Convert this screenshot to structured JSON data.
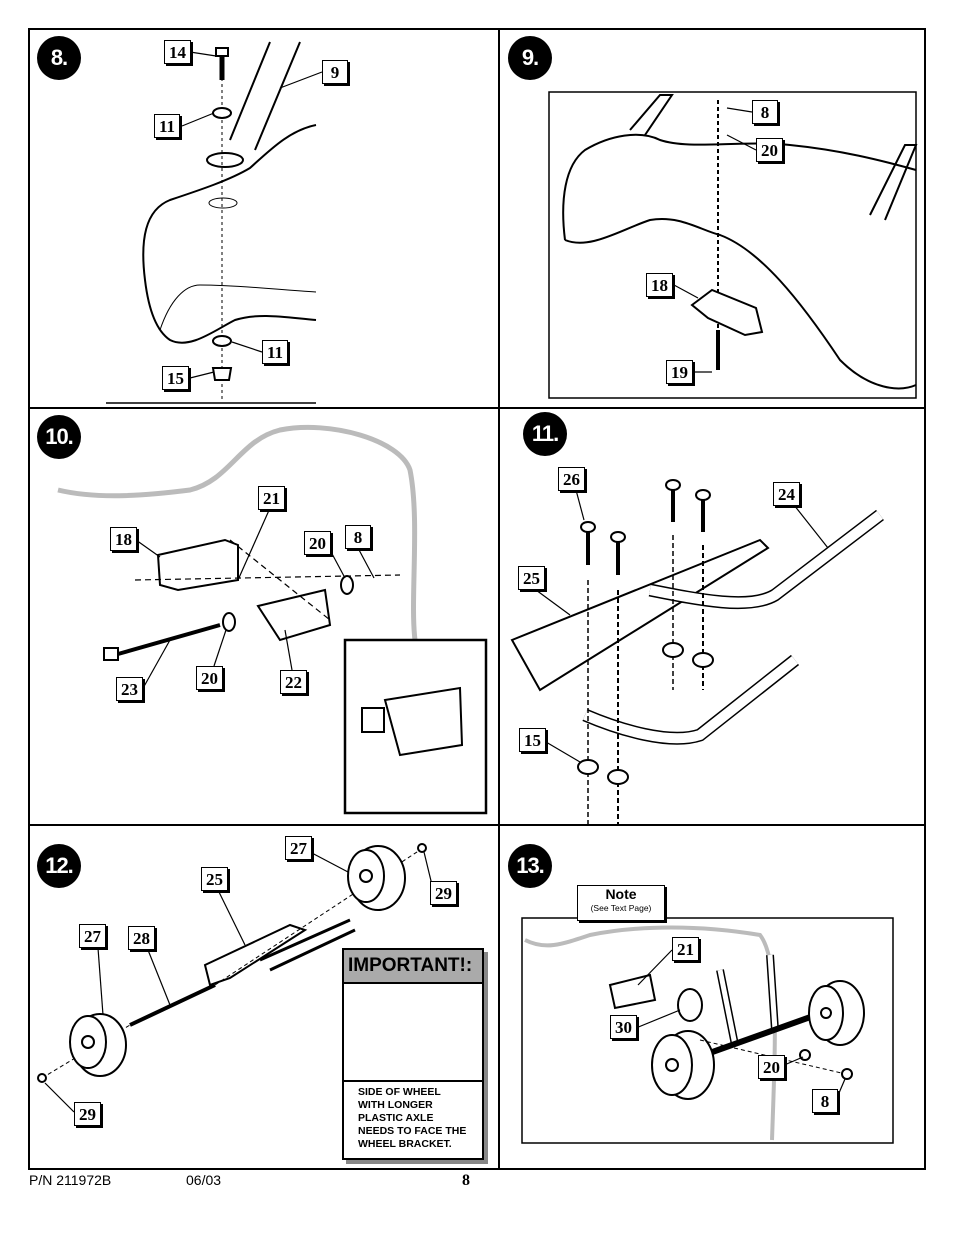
{
  "steps": [
    {
      "number": "8."
    },
    {
      "number": "9."
    },
    {
      "number": "10."
    },
    {
      "number": "11."
    },
    {
      "number": "12."
    },
    {
      "number": "13."
    }
  ],
  "step8": {
    "labels": [
      "14",
      "9",
      "11",
      "11",
      "15"
    ]
  },
  "step9": {
    "labels": [
      "8",
      "20",
      "18",
      "19"
    ]
  },
  "step10": {
    "labels": [
      "21",
      "18",
      "20",
      "8",
      "23",
      "20",
      "22"
    ]
  },
  "step11": {
    "labels": [
      "26",
      "24",
      "25",
      "15"
    ]
  },
  "step12": {
    "labels": [
      "27",
      "25",
      "29",
      "27",
      "28",
      "29"
    ],
    "important": {
      "title": "IMPORTANT!:",
      "text": "SIDE OF WHEEL\nWITH LONGER\nPLASTIC AXLE\nNEEDS TO FACE THE\nWHEEL BRACKET."
    }
  },
  "step13": {
    "labels": [
      "21",
      "30",
      "20",
      "8"
    ],
    "note": {
      "title": "Note",
      "subtitle": "(See Text Page)"
    }
  },
  "footer": {
    "part_number": "P/N 211972B",
    "date": "06/03",
    "page": "8"
  }
}
